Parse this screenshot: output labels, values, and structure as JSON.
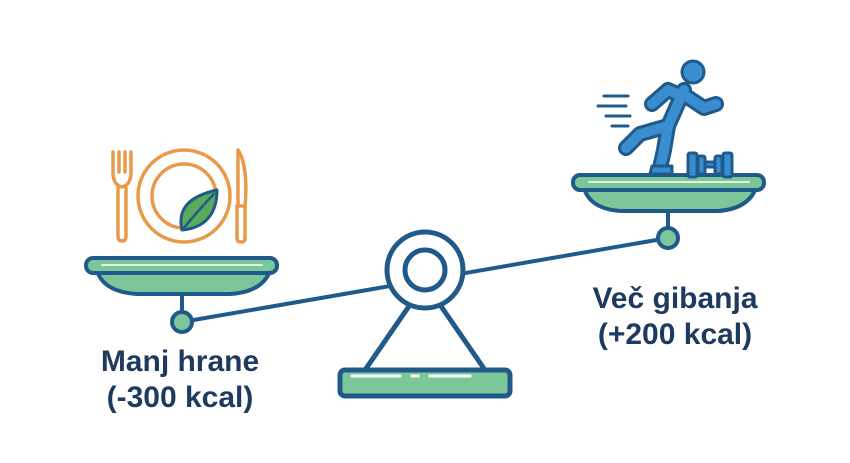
{
  "diagram": {
    "left_label_line1": "Manj hrane",
    "left_label_line2": "(-300 kcal)",
    "right_label_line1": "Več gibanja",
    "right_label_line2": "(+200 kcal)",
    "icons": {
      "left_pan": [
        "fork-icon",
        "plate-icon",
        "leaf-icon",
        "knife-icon"
      ],
      "right_pan": [
        "running-person-icon",
        "dumbbell-icon"
      ],
      "fulcrum": "scale-fulcrum-icon"
    },
    "colors": {
      "outline": "#1f5a8a",
      "pan_fill": "#7cc79a",
      "text": "#1f3a5f",
      "utensils": "#e89a4a",
      "leaf": "#5aaa5c",
      "runner": "#3a8ed0",
      "fulcrum_ring": "#ffffff"
    }
  }
}
